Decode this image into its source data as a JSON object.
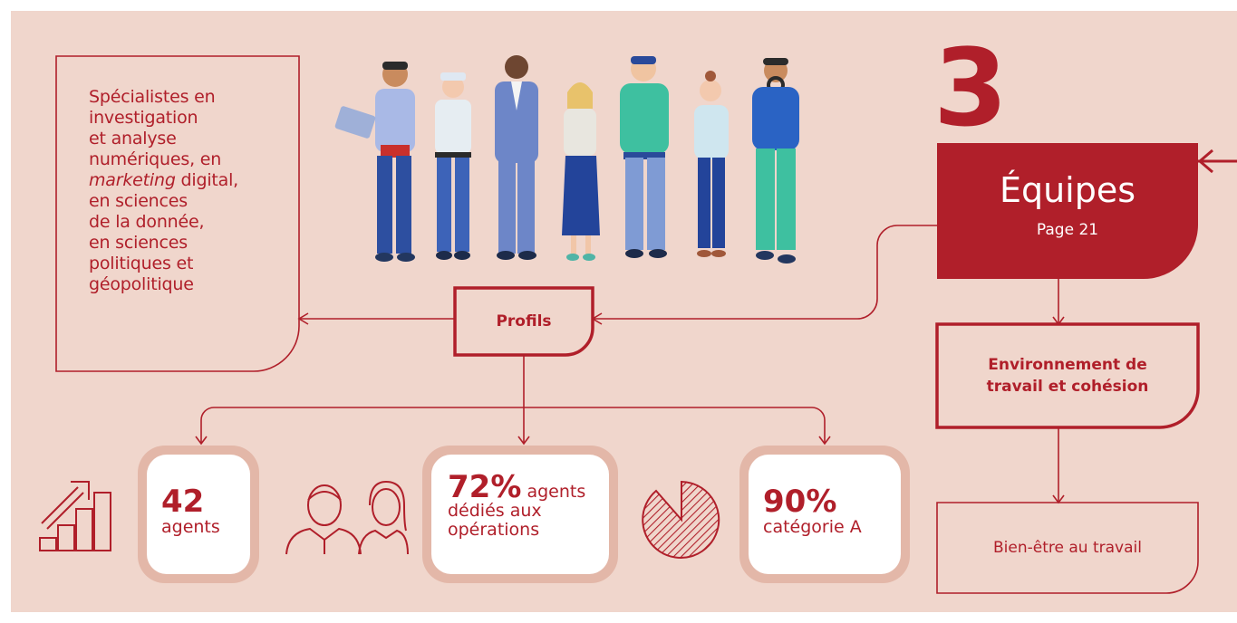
{
  "specialists": {
    "line1": "Spécialistes en",
    "line2": "investigation",
    "line3": "et analyse",
    "line4": "numériques, en",
    "line5_em": "marketing",
    "line5_rest": " digital,",
    "line6": "en sciences",
    "line7": "de la donnée,",
    "line8": "en sciences",
    "line9": "politiques et",
    "line10": "géopolitique"
  },
  "profils": {
    "label": "Profils"
  },
  "section": {
    "number": "3",
    "title": "Équipes",
    "page": "Page 21"
  },
  "environment": {
    "line1": "Environnement de",
    "line2": "travail et cohésion"
  },
  "wellbeing": {
    "label": "Bien-être au travail"
  },
  "stats": {
    "agents": {
      "value": "42",
      "label": "agents"
    },
    "operations": {
      "value": "72%",
      "label1": "agents",
      "label2": "dédiés aux",
      "label3": "opérations"
    },
    "category": {
      "value": "90%",
      "label": "catégorie A"
    }
  },
  "colors": {
    "accent": "#b01f2a",
    "background": "#f0d6cc",
    "stat_ring": "#e3b7a8"
  },
  "icons": [
    "growth-chart-icon",
    "people-icon",
    "pie-chart-icon",
    "arrow-left-icon"
  ]
}
